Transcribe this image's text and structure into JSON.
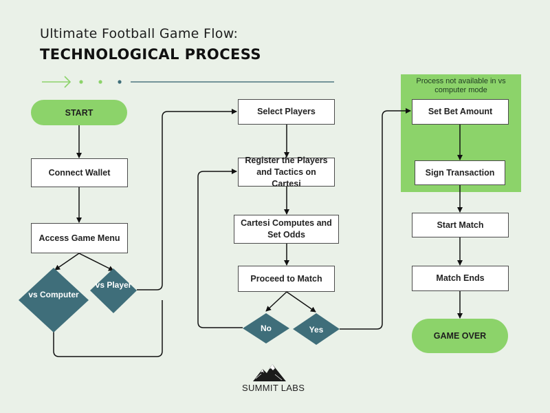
{
  "header": {
    "title_line1": "Ultimate Football Game Flow:",
    "title_line2": "TECHNOLOGICAL PROCESS"
  },
  "nodes": {
    "start": "START",
    "connect_wallet": "Connect Wallet",
    "access_game_menu": "Access Game Menu",
    "vs_computer": "vs Computer",
    "vs_player": "vs Player",
    "select_players": "Select Players",
    "register_players": "Register the Players and Tactics on Cartesi",
    "cartesi_computes": "Cartesi Computes and Set Odds",
    "proceed_to_match": "Proceed to Match",
    "no": "No",
    "yes": "Yes",
    "set_bet_amount": "Set Bet Amount",
    "sign_transaction": "Sign Transaction",
    "start_match": "Start Match",
    "match_ends": "Match Ends",
    "game_over": "GAME OVER"
  },
  "notes": {
    "unavailable": "Process not available in vs computer mode"
  },
  "footer": {
    "brand": "SUMMIT LABS"
  },
  "colors": {
    "background": "#eaf1e8",
    "accent_green": "#8cd36a",
    "diamond": "#3f6e7a",
    "connector": "#111111",
    "divider": "#2e5e6a"
  },
  "icons": [
    "arrow-right-icon",
    "dot-icon",
    "mountain-logo-icon"
  ]
}
